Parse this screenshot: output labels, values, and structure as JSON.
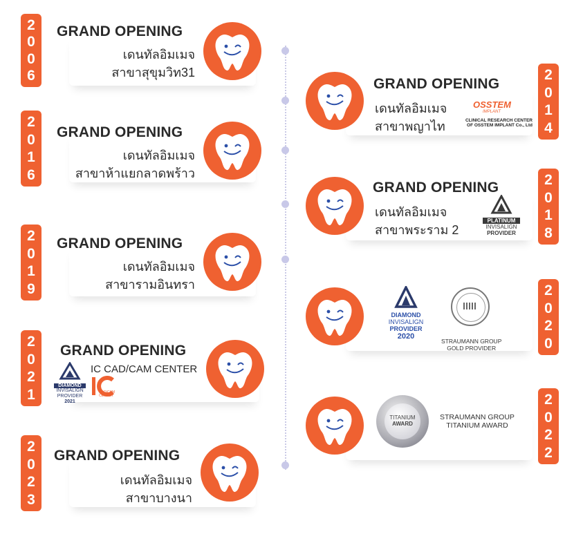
{
  "left": [
    {
      "year": [
        "2",
        "0",
        "0",
        "6"
      ],
      "title": "GRAND OPENING",
      "line1": "เดนทัลอิมเมจ",
      "line2": "สาขาสุขุมวิท31"
    },
    {
      "year": [
        "2",
        "0",
        "1",
        "6"
      ],
      "title": "GRAND OPENING",
      "line1": "เดนทัลอิมเมจ",
      "line2": "สาขาห้าแยกลาดพร้าว"
    },
    {
      "year": [
        "2",
        "0",
        "1",
        "9"
      ],
      "title": "GRAND OPENING",
      "line1": "เดนทัลอิมเมจ",
      "line2": "สาขารามอินทรา"
    },
    {
      "year": [
        "2",
        "0",
        "2",
        "1"
      ],
      "title": "GRAND OPENING",
      "line1": "IC CAD/CAM CENTER",
      "diamond": {
        "l1": "DIAMOND",
        "l2": "INVISALIGN",
        "l3": "PROVIDER",
        "l4": "2021"
      },
      "ic_logo": {
        "l1": "CAD/CAM",
        "l2": "CENTER"
      }
    },
    {
      "year": [
        "2",
        "0",
        "2",
        "3"
      ],
      "title": "GRAND OPENING",
      "line1": "เดนทัลอิมเมจ",
      "line2": "สาขาบางนา"
    }
  ],
  "right": [
    {
      "year": [
        "2",
        "0",
        "1",
        "4"
      ],
      "title": "GRAND OPENING",
      "line1": "เดนทัลอิมเมจ",
      "line2": "สาขาพญาไท",
      "osstem": {
        "brand": "OSSTEM",
        "implant": "IMPLANT",
        "l1": "CLINICAL RESEARCH CENTER",
        "l2": "OF OSSTEM IMPLANT Co., Ltd"
      }
    },
    {
      "year": [
        "2",
        "0",
        "1",
        "8"
      ],
      "title": "GRAND OPENING",
      "line1": "เดนทัลอิมเมจ",
      "line2": "สาขาพระราม 2",
      "platinum": {
        "l1": "PLATINUM",
        "l2": "INVISALIGN",
        "l3": "PROVIDER"
      }
    },
    {
      "year": [
        "2",
        "0",
        "2",
        "0"
      ],
      "diamond": {
        "l1": "DIAMOND",
        "l2": "INVISALIGN",
        "l3": "PROVIDER",
        "l4": "2020"
      },
      "straumann": {
        "l1": "STRAUMANN GROUP",
        "l2": "GOLD PROVIDER"
      }
    },
    {
      "year": [
        "2",
        "0",
        "2",
        "2"
      ],
      "titanium": {
        "l1": "TITANIUM",
        "l2": "AWARD"
      },
      "award": {
        "l1": "STRAUMANN GROUP",
        "l2": "TITANIUM AWARD"
      }
    }
  ],
  "colors": {
    "accent": "#ef6131",
    "text": "#2a2a2a",
    "dot": "#c8c8e8"
  }
}
